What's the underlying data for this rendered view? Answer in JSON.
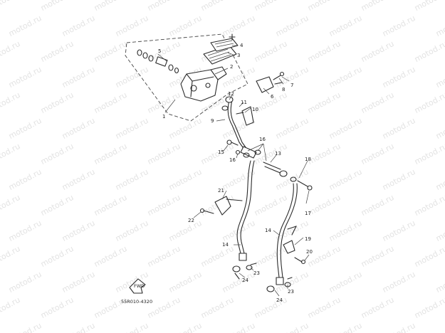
{
  "watermark": "motod.ru",
  "diagram_code": "55R010-4320",
  "fwd_label": "FWD",
  "callouts": [
    "1",
    "2",
    "3",
    "4",
    "5",
    "6",
    "7",
    "8",
    "9",
    "10",
    "11",
    "12",
    "13",
    "14",
    "15",
    "16",
    "17",
    "18",
    "19",
    "20",
    "21",
    "22",
    "23",
    "24"
  ]
}
